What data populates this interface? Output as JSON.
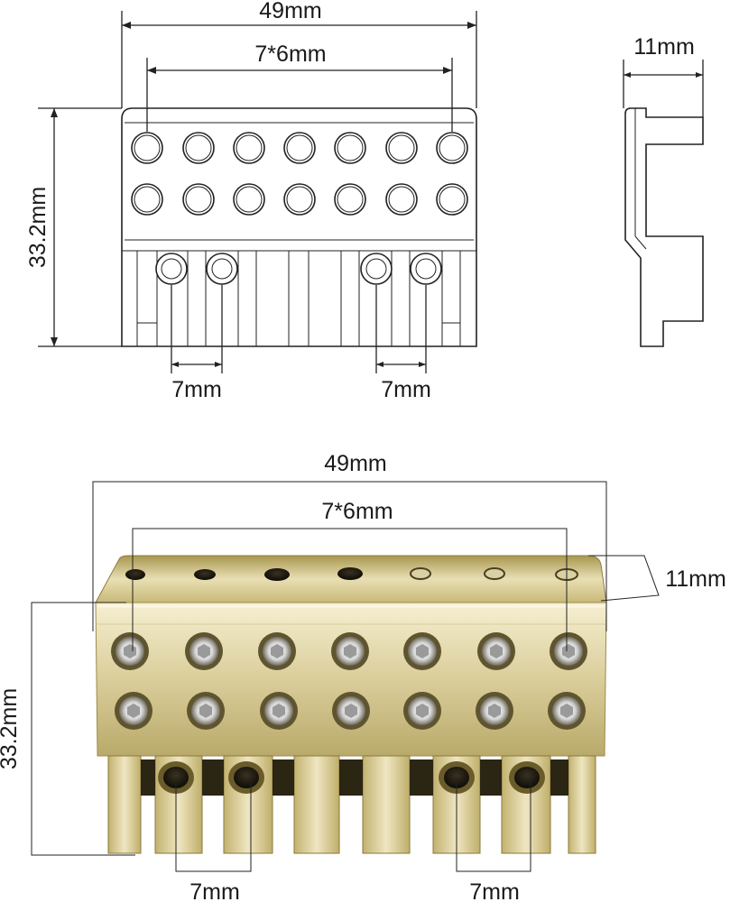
{
  "drawing": {
    "top_width": "49mm",
    "top_spacing": "7*6mm",
    "side_depth": "11mm",
    "height": "33.2mm",
    "pitch_left": "7mm",
    "pitch_right": "7mm"
  },
  "photo": {
    "top_width": "49mm",
    "top_spacing": "7*6mm",
    "depth": "11mm",
    "height": "33.2mm",
    "pitch_left": "7mm",
    "pitch_right": "7mm"
  },
  "colors": {
    "gold_light": "#f3eac6",
    "gold_mid": "#cdbf86",
    "gold_dark": "#8a7a3a",
    "line": "#222222"
  }
}
